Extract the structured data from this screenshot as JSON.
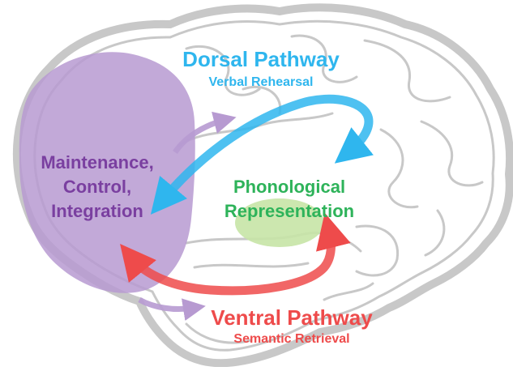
{
  "colors": {
    "dorsal": "#2fb6ee",
    "ventral": "#ee4b4b",
    "maintenance": "#7a3fa0",
    "phonological": "#2eb35a",
    "purple_region": "#b79ad1",
    "green_region": "#c6e4a6",
    "brain_fill": "#ffffff",
    "brain_outline": "#c8c8c8"
  },
  "dorsal": {
    "title": "Dorsal Pathway",
    "subtitle": "Verbal Rehearsal"
  },
  "ventral": {
    "title": "Ventral Pathway",
    "subtitle": "Semantic Retrieval"
  },
  "maintenance": {
    "lines": [
      "Maintenance,",
      "Control,",
      "Integration"
    ]
  },
  "phonological": {
    "lines": [
      "Phonological",
      "Representation"
    ]
  }
}
